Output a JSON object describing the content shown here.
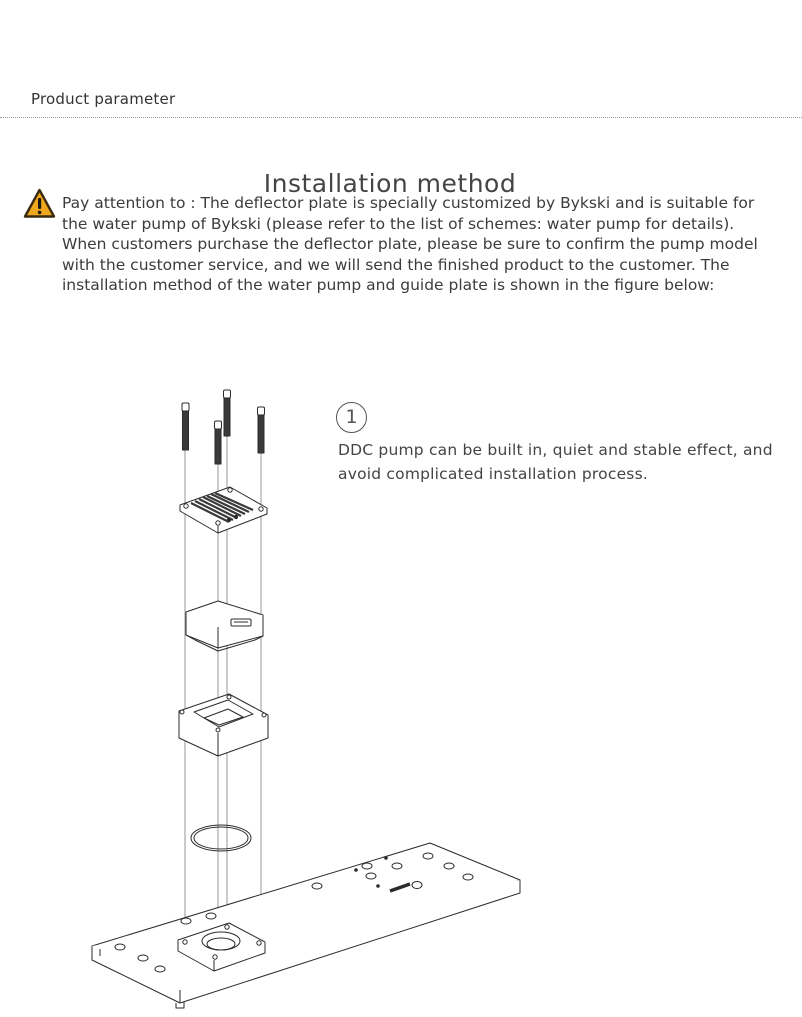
{
  "header": {
    "section_label": "Product parameter"
  },
  "main": {
    "title": "Installation method",
    "notice": "Pay attention to : The deflector plate is specially customized by Bykski and is suitable for the water pump of Bykski (please refer to the list of schemes: water pump for details). When customers purchase the deflector plate, please be sure to confirm the pump model with the customer service, and we will send the finished product to the customer. The installation method of the water pump and guide plate is shown in the figure below:",
    "warning_icon": "warning-triangle-icon",
    "warning_color": "#f0a81c",
    "step": {
      "number": "1",
      "description": "DDC pump can be built in, quiet and stable effect, and avoid complicated installation process."
    }
  }
}
